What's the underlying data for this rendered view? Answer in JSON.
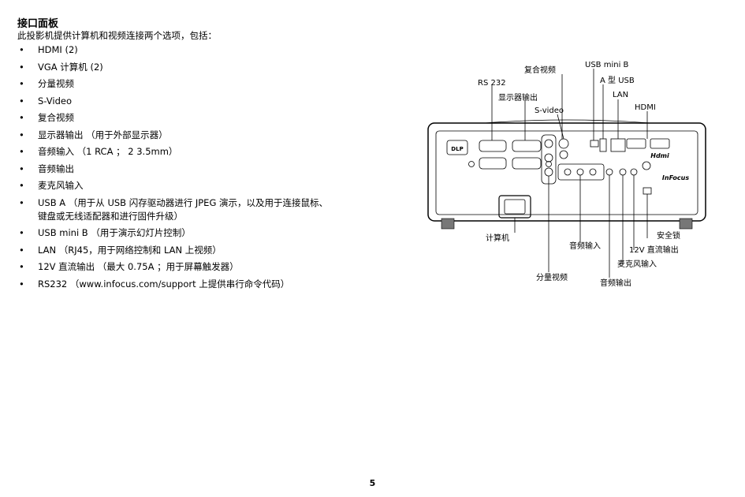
{
  "heading": "接口面板",
  "intro": "此投影机提供计算机和视频连接两个选项，包括：",
  "bullet_symbol": "•",
  "bullets": [
    {
      "lines": [
        "HDMI (2)"
      ]
    },
    {
      "lines": [
        "VGA 计算机 (2)"
      ]
    },
    {
      "lines": [
        "分量视频"
      ]
    },
    {
      "lines": [
        "S-Video"
      ]
    },
    {
      "lines": [
        "复合视频"
      ]
    },
    {
      "lines": [
        "显示器输出 （用于外部显示器）"
      ]
    },
    {
      "lines": [
        "音频输入 （1 RCA ； 2 3.5mm）"
      ]
    },
    {
      "lines": [
        "音频输出"
      ]
    },
    {
      "lines": [
        "麦克风输入"
      ]
    },
    {
      "lines": [
        "USB A （用于从 USB 闪存驱动器进行 JPEG 演示，以及用于连接鼠标、",
        "键盘或无线适配器和进行固件升级）"
      ]
    },
    {
      "lines": [
        "USB mini B （用于演示幻灯片控制）"
      ]
    },
    {
      "lines": [
        "LAN （RJ45，用于网络控制和 LAN 上视频）"
      ]
    },
    {
      "lines": [
        "12V 直流输出 （最大 0.75A ；用于屏幕触发器）"
      ]
    },
    {
      "lines": [
        "RS232 （www.infocus.com/support 上提供串行命令代码）"
      ]
    }
  ],
  "diagram": {
    "labels": {
      "rs232": "RS 232",
      "monitor_out": "显示器输出",
      "composite": "复合视频",
      "svideo": "S-video",
      "usb_mini_b": "USB mini B",
      "usb_a": "A 型 USB",
      "lan": "LAN",
      "hdmi": "HDMI",
      "computer": "计算机",
      "audio_in": "音频输入",
      "component": "分量视频",
      "audio_out": "音频输出",
      "security_lock": "安全锁",
      "dc_out": "12V 直流输出",
      "mic_in": "麦克风输入"
    },
    "panel_brand": "InFocus",
    "panel_hdmi_logo": "Hdmi",
    "panel_dlp_logo": "DLP"
  },
  "page_number": "5"
}
